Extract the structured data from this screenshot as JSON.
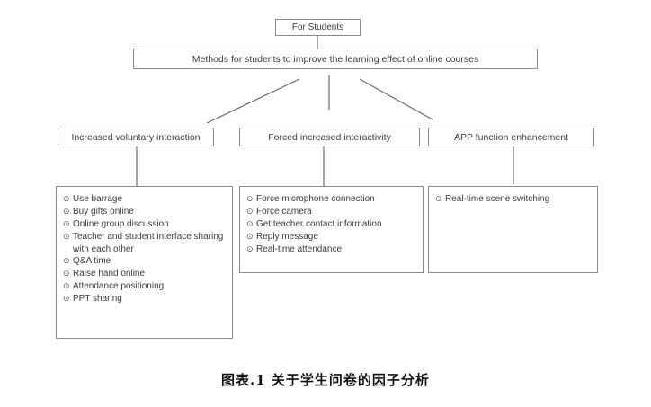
{
  "root": {
    "label": "For Students"
  },
  "header": {
    "label": "Methods for students to improve the learning effect of online courses"
  },
  "branches": [
    {
      "label": "Increased voluntary interaction",
      "items": [
        "Use barrage",
        "Buy gifts online",
        "Online group discussion",
        "Teacher and student interface sharing with each other",
        "Q&A time",
        "Raise hand online",
        "Attendance positioning",
        "PPT sharing"
      ]
    },
    {
      "label": "Forced increased interactivity",
      "items": [
        "Force microphone connection",
        "Force camera",
        "Get teacher contact information",
        "Reply message",
        "Real-time attendance"
      ]
    },
    {
      "label": "APP function enhancement",
      "items": [
        "Real-time scene switching"
      ]
    }
  ],
  "caption": "图表.1  关于学生问卷的因子分析",
  "icons": {
    "bullet_glyph": "⊙"
  },
  "colors": {
    "background": "#ffffff",
    "box_border": "#8a8a8a",
    "text": "#3c3c3c",
    "connector_line": "#6b6b6b",
    "caption_text": "#111111"
  }
}
